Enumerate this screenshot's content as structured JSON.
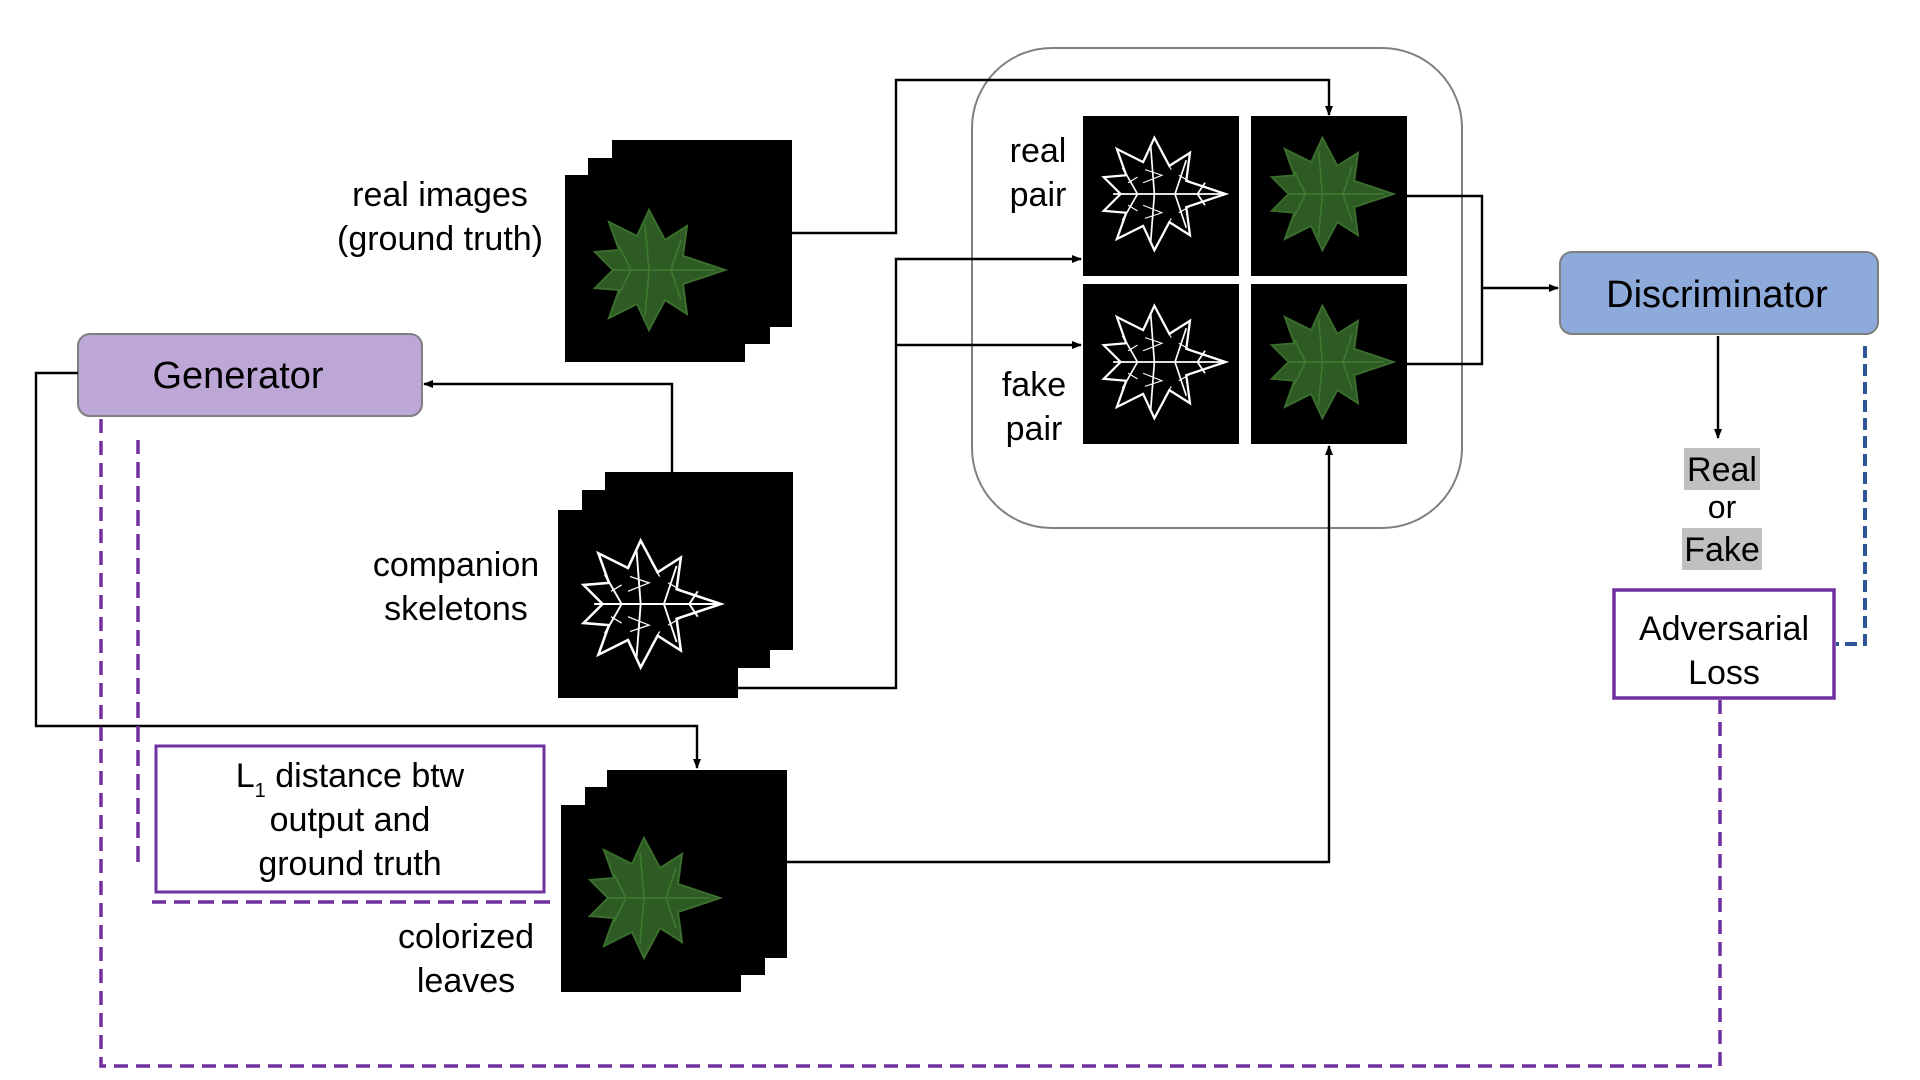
{
  "labels": {
    "real_images_line1": "real images",
    "real_images_line2": "(ground truth)",
    "companion_line1": "companion",
    "companion_line2": "skeletons",
    "colorized_line1": "colorized",
    "colorized_line2": "leaves",
    "real_pair_line1": "real",
    "real_pair_line2": "pair",
    "fake_pair_line1": "fake",
    "fake_pair_line2": "pair",
    "real": "Real",
    "or": "or",
    "fake": "Fake"
  },
  "boxes": {
    "generator": "Generator",
    "discriminator": "Discriminator",
    "adversarial_line1": "Adversarial",
    "adversarial_line2": "Loss",
    "l1_prefix": "L",
    "l1_sub": "1",
    "l1_line1_rest": " distance btw",
    "l1_line2": "output and",
    "l1_line3": "ground truth"
  },
  "colors": {
    "generator_fill": "#bda7d6",
    "discriminator_fill": "#8eaadb",
    "loss_border": "#7030a0",
    "dashed_blue": "#2f5597",
    "leaf_green": "#2e5a24",
    "highlight_gray": "#c0c0c0"
  },
  "icons": [
    "leaf-icon",
    "skeleton-leaf-icon"
  ]
}
